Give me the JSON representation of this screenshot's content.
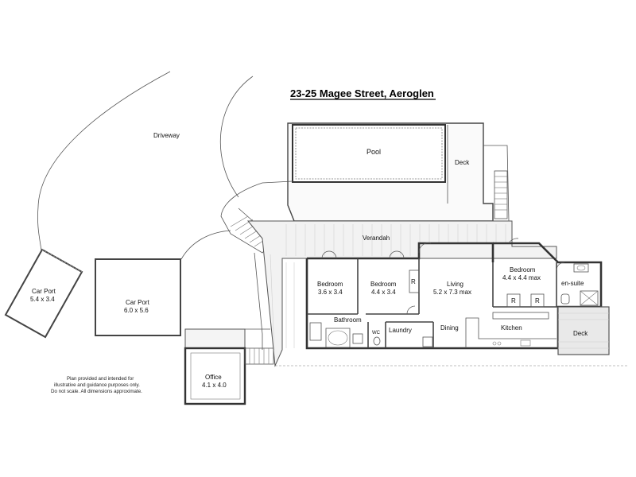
{
  "title": "23-25 Magee Street, Aeroglen",
  "disclaimer": {
    "line1": "Plan provided and intended for",
    "line2": "illustrative and guidance purposes only.",
    "line3": "Do not scale. All dimensions approximate."
  },
  "areas": {
    "driveway": "Driveway",
    "pool": "Pool",
    "deck_upper": "Deck",
    "verandah": "Verandah",
    "deck_right": "Deck",
    "dining": "Dining",
    "kitchen": "Kitchen",
    "bathroom": "Bathroom",
    "wc": "WC",
    "laundry": "Laundry",
    "ensuite": "en-suite",
    "robe": "R"
  },
  "rooms": {
    "carport1": {
      "name": "Car Port",
      "dims": "5.4 x 3.4"
    },
    "carport2": {
      "name": "Car Port",
      "dims": "6.0 x 5.6"
    },
    "office": {
      "name": "Office",
      "dims": "4.1 x 4.0"
    },
    "bedroom1": {
      "name": "Bedroom",
      "dims": "3.6 x 3.4"
    },
    "bedroom2": {
      "name": "Bedroom",
      "dims": "4.4 x 3.4"
    },
    "living": {
      "name": "Living",
      "dims": "5.2 x 7.3 max"
    },
    "bedroom3": {
      "name": "Bedroom",
      "dims": "4.4 x 4.4 max"
    }
  }
}
